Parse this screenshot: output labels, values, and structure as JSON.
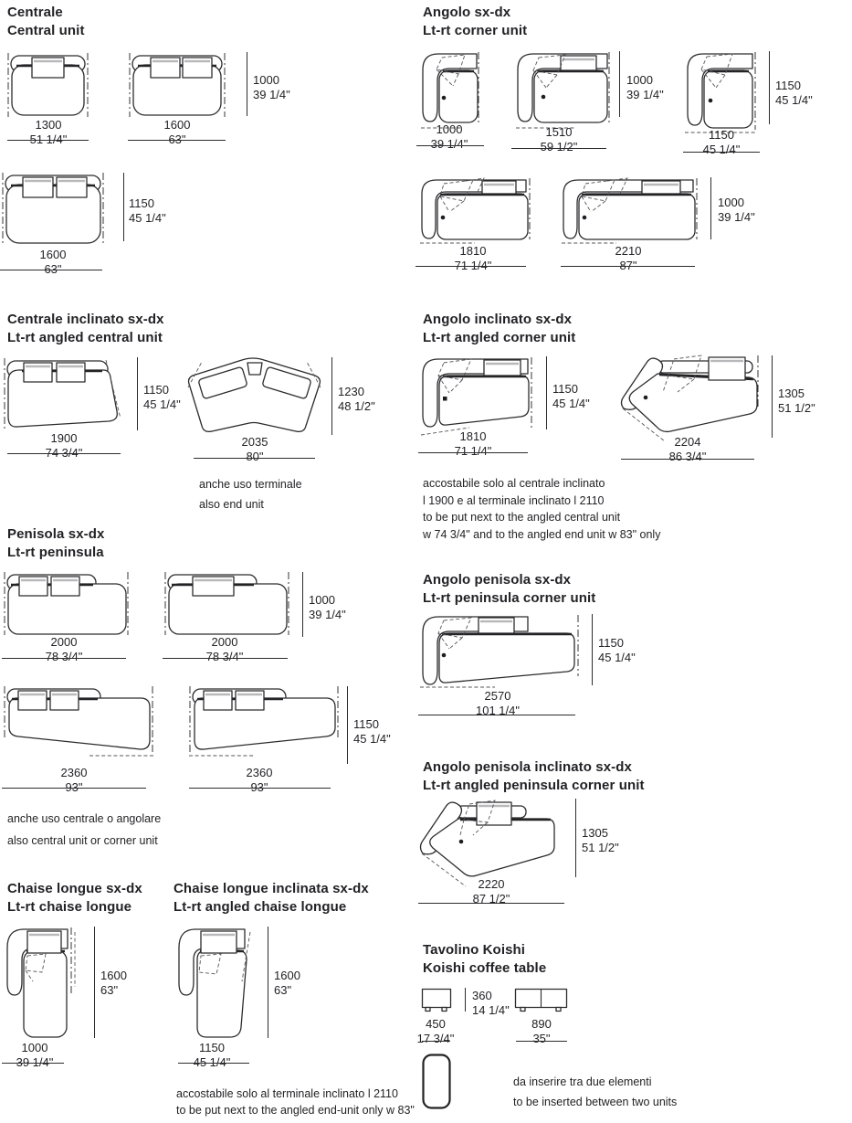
{
  "colors": {
    "ink": "#2c2c2f",
    "paper": "#ffffff",
    "headrest_accent": "#b9b9bc"
  },
  "centrale": {
    "title_it": "Centrale",
    "title_en": "Central unit",
    "u1_w": {
      "mm": "1300",
      "in": "51 1/4\""
    },
    "u2_w": {
      "mm": "1600",
      "in": "63\""
    },
    "u2_h": {
      "mm": "1000",
      "in": "39 1/4\""
    },
    "u3_w": {
      "mm": "1600",
      "in": "63\""
    },
    "u3_h": {
      "mm": "1150",
      "in": "45 1/4\""
    }
  },
  "angolo": {
    "title_it": "Angolo sx-dx",
    "title_en": "Lt-rt corner unit",
    "u1_w": {
      "mm": "1000",
      "in": "39 1/4\""
    },
    "u2_w": {
      "mm": "1510",
      "in": "59 1/2\""
    },
    "u2_h": {
      "mm": "1000",
      "in": "39 1/4\""
    },
    "u3_w": {
      "mm": "1150",
      "in": "45 1/4\""
    },
    "u3_h": {
      "mm": "1150",
      "in": "45 1/4\""
    },
    "u4_w": {
      "mm": "1810",
      "in": "71 1/4\""
    },
    "u5_w": {
      "mm": "2210",
      "in": "87\""
    },
    "u5_h": {
      "mm": "1000",
      "in": "39 1/4\""
    }
  },
  "centrale_inclinato": {
    "title_it": "Centrale inclinato sx-dx",
    "title_en": "Lt-rt angled central unit",
    "u1_w": {
      "mm": "1900",
      "in": "74 3/4\""
    },
    "u1_h": {
      "mm": "1150",
      "in": "45 1/4\""
    },
    "u2_w": {
      "mm": "2035",
      "in": "80\""
    },
    "u2_h": {
      "mm": "1230",
      "in": "48 1/2\""
    },
    "note_it": "anche uso terminale",
    "note_en": "also end unit"
  },
  "angolo_inclinato": {
    "title_it": "Angolo inclinato sx-dx",
    "title_en": "Lt-rt angled corner unit",
    "u1_w": {
      "mm": "1810",
      "in": "71 1/4\""
    },
    "u1_h": {
      "mm": "1150",
      "in": "45 1/4\""
    },
    "u2_w": {
      "mm": "2204",
      "in": "86 3/4\""
    },
    "u2_h": {
      "mm": "1305",
      "in": "51 1/2\""
    },
    "note_it_1": "accostabile solo al centrale inclinato",
    "note_it_2": "l 1900 e al terminale inclinato l 2110",
    "note_en_1": "to be put next to the angled central unit",
    "note_en_2": "w 74 3/4\" and to the angled end unit w 83\" only"
  },
  "penisola": {
    "title_it": "Penisola sx-dx",
    "title_en": "Lt-rt peninsula",
    "u1_w": {
      "mm": "2000",
      "in": "78 3/4\""
    },
    "u2_w": {
      "mm": "2000",
      "in": "78 3/4\""
    },
    "u2_h": {
      "mm": "1000",
      "in": "39 1/4\""
    },
    "u3_w": {
      "mm": "2360",
      "in": "93\""
    },
    "u4_w": {
      "mm": "2360",
      "in": "93\""
    },
    "u4_h": {
      "mm": "1150",
      "in": "45 1/4\""
    },
    "note_it": "anche uso centrale o angolare",
    "note_en": "also central unit or corner unit"
  },
  "angolo_penisola": {
    "title_it": "Angolo penisola sx-dx",
    "title_en": "Lt-rt peninsula corner unit",
    "u1_w": {
      "mm": "2570",
      "in": "101 1/4\""
    },
    "u1_h": {
      "mm": "1150",
      "in": "45 1/4\""
    }
  },
  "angolo_penisola_inclinato": {
    "title_it": "Angolo penisola inclinato sx-dx",
    "title_en": "Lt-rt angled peninsula corner unit",
    "u1_w": {
      "mm": "2220",
      "in": "87 1/2\""
    },
    "u1_h": {
      "mm": "1305",
      "in": "51 1/2\""
    }
  },
  "chaise": {
    "title_it": "Chaise longue sx-dx",
    "title_en": "Lt-rt chaise longue",
    "u1_w": {
      "mm": "1000",
      "in": "39 1/4\""
    },
    "u1_h": {
      "mm": "1600",
      "in": "63\""
    }
  },
  "chaise_inclinata": {
    "title_it": "Chaise longue inclinata sx-dx",
    "title_en": "Lt-rt angled chaise longue",
    "u1_w": {
      "mm": "1150",
      "in": "45 1/4\""
    },
    "u1_h": {
      "mm": "1600",
      "in": "63\""
    },
    "note_it": "accostabile solo al terminale inclinato l 2110",
    "note_en": "to be put next to the angled end-unit only w 83\""
  },
  "tavolino": {
    "title_it": "Tavolino Koishi",
    "title_en": "Koishi coffee table",
    "u1_w": {
      "mm": "450",
      "in": "17 3/4\""
    },
    "u2_w": {
      "mm": "890",
      "in": "35\""
    },
    "h": {
      "mm": "360",
      "in": "14 1/4\""
    },
    "note_it": "da inserire tra due elementi",
    "note_en": "to be inserted between two units"
  }
}
